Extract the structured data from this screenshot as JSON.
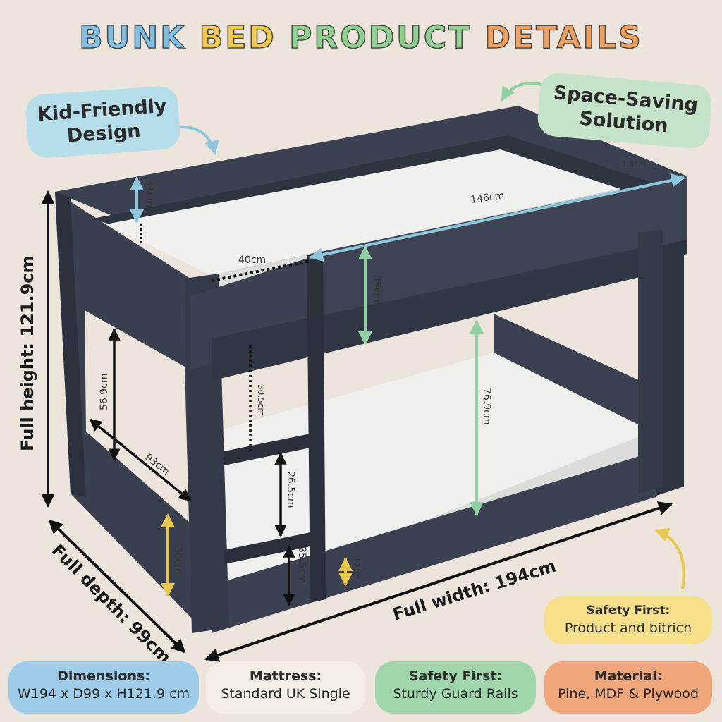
{
  "title": {
    "words": [
      {
        "text": "BUNK",
        "color": "#7fc0e6"
      },
      {
        "text": "BED",
        "color": "#f2c94c"
      },
      {
        "text": "PRODUCT",
        "color": "#8fd18f"
      },
      {
        "text": "DETAILS",
        "color": "#f2a05e"
      }
    ]
  },
  "callouts": {
    "kid_friendly": "Kid-Friendly Design",
    "space_saving": "Space-Saving Solution"
  },
  "dimensions": {
    "guard_rail": "31cm",
    "width_top": "146cm",
    "panel_thickness": "1.8cm",
    "opening": "40cm",
    "top_panel": "35cm",
    "top_clearance": "56.9cm",
    "ladder_gap": "30.5cm",
    "lower_space": "76.9cm",
    "inner_depth": "93cm",
    "ladder_step": "26.5cm",
    "lower_rail": "30cm",
    "bottom_step": "35.5cm",
    "base_height": "10cm"
  },
  "full_labels": {
    "height": "Full height: 121.9cm",
    "depth": "Full depth: 99cm",
    "width": "Full width: 194cm"
  },
  "safety_box": {
    "heading": "Safety First:",
    "value": "Product and bitricn"
  },
  "info_cards": [
    {
      "heading": "Dimensions:",
      "value": "W194 x D99 x H121.9 cm",
      "color": "#9dcdea"
    },
    {
      "heading": "Mattress:",
      "value": "Standard UK Single",
      "color": "#f4eee6"
    },
    {
      "heading": "Safety First:",
      "value": "Sturdy Guard Rails",
      "color": "#9fd6ab"
    },
    {
      "heading": "Material:",
      "value": "Pine, MDF & Plywood",
      "color": "#f1a67a"
    }
  ]
}
